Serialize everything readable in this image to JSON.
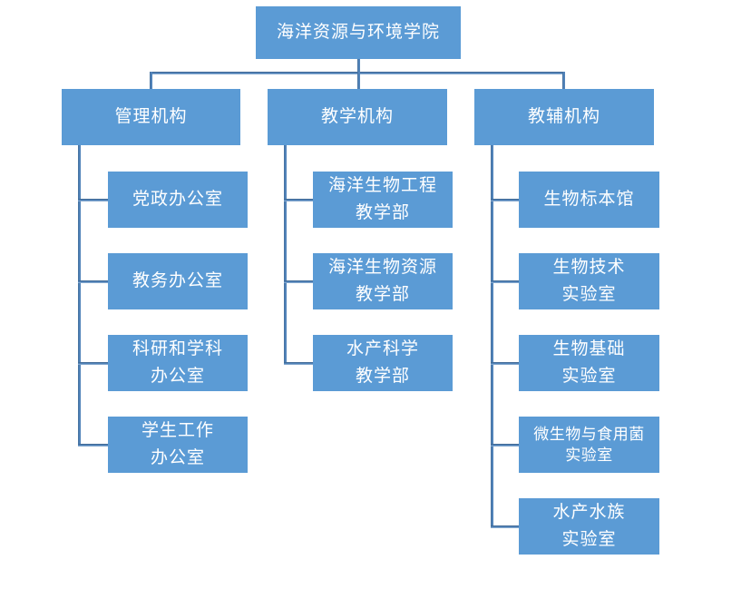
{
  "diagram": {
    "type": "org-chart",
    "colors": {
      "box_fill": "#5B9BD5",
      "connector": "#5183B9",
      "text": "#FFFFFF",
      "background": "#FFFFFF"
    },
    "root": {
      "label": "海洋资源与环境学院",
      "lines": [
        "海洋资源与环境学院"
      ]
    },
    "branches": [
      {
        "label": "管理机构",
        "children": [
          {
            "label": "党政办公室",
            "lines": [
              "党政办公室"
            ]
          },
          {
            "label": "教务办公室",
            "lines": [
              "教务办公室"
            ]
          },
          {
            "label": "科研和学科办公室",
            "lines": [
              "科研和学科",
              "办公室"
            ]
          },
          {
            "label": "学生工作办公室",
            "lines": [
              "学生工作",
              "办公室"
            ]
          }
        ]
      },
      {
        "label": "教学机构",
        "children": [
          {
            "label": "海洋生物工程教学部",
            "lines": [
              "海洋生物工程",
              "教学部"
            ]
          },
          {
            "label": "海洋生物资源教学部",
            "lines": [
              "海洋生物资源",
              "教学部"
            ]
          },
          {
            "label": "水产科学教学部",
            "lines": [
              "水产科学",
              "教学部"
            ]
          }
        ]
      },
      {
        "label": "教辅机构",
        "children": [
          {
            "label": "生物标本馆",
            "lines": [
              "生物标本馆"
            ]
          },
          {
            "label": "生物技术实验室",
            "lines": [
              "生物技术",
              "实验室"
            ]
          },
          {
            "label": "生物基础实验室",
            "lines": [
              "生物基础",
              "实验室"
            ]
          },
          {
            "label": "微生物与食用菌实验室",
            "lines": [
              "微生物与食用菌",
              "实验室"
            ]
          },
          {
            "label": "水产水族实验室",
            "lines": [
              "水产水族",
              "实验室"
            ]
          }
        ]
      }
    ]
  }
}
